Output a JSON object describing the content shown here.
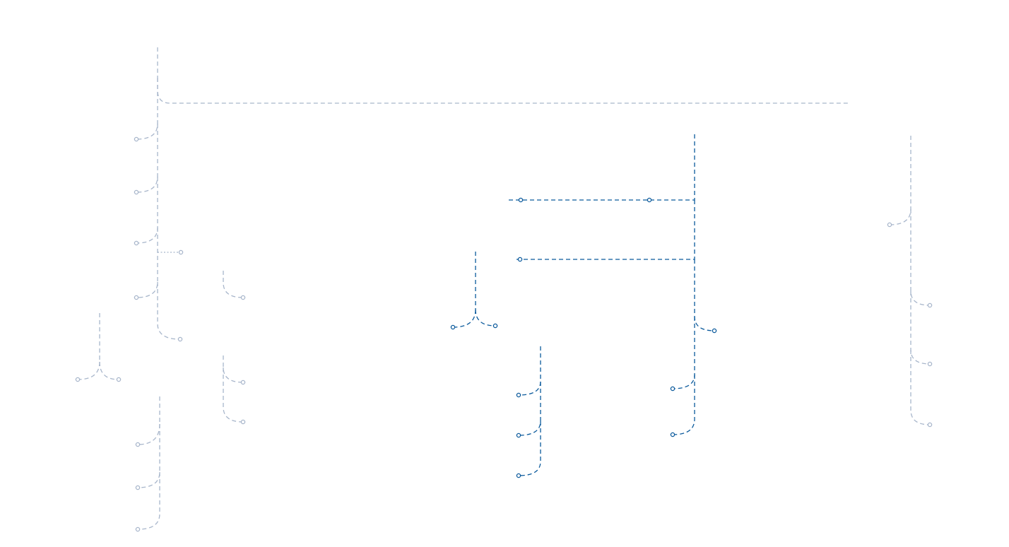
{
  "theme": {
    "muted_color": "#a8b6cb",
    "highlight_color": "#0b5a9c"
  },
  "trees": [
    {
      "id": "tree-a",
      "state": "muted"
    },
    {
      "id": "tree-b",
      "state": "muted"
    },
    {
      "id": "tree-c",
      "state": "muted"
    },
    {
      "id": "tree-d",
      "state": "muted"
    },
    {
      "id": "tree-e",
      "state": "muted"
    },
    {
      "id": "tree-f",
      "state": "muted"
    },
    {
      "id": "tree-g",
      "state": "highlighted"
    },
    {
      "id": "tree-h",
      "state": "highlighted"
    },
    {
      "id": "tree-i",
      "state": "highlighted"
    },
    {
      "id": "tree-j",
      "state": "muted"
    }
  ]
}
